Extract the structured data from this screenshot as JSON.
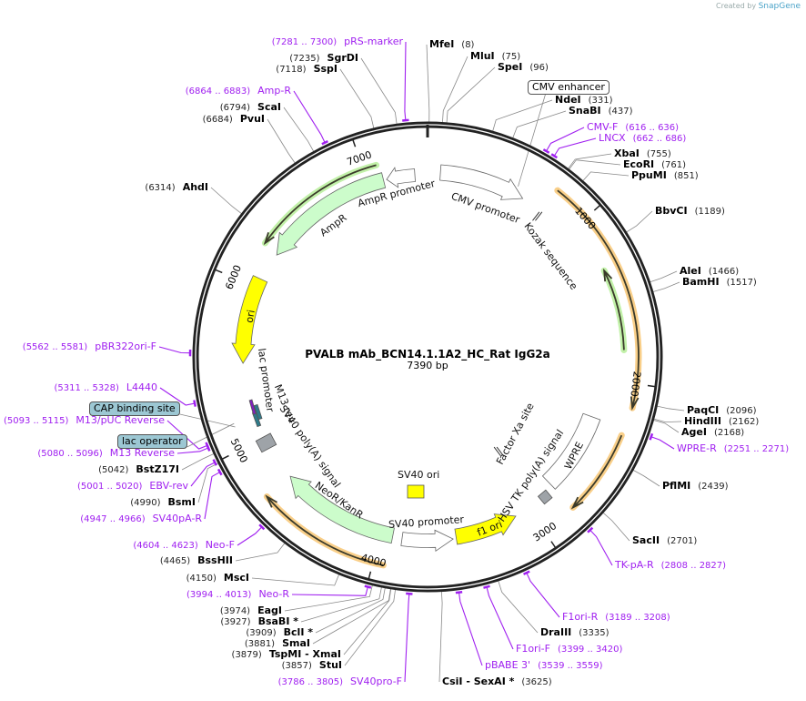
{
  "credit": {
    "prefix": "Created by",
    "brand": "SnapGene"
  },
  "plasmid": {
    "name": "PVALB mAb_BCN14.1.1A2_HC_Rat IgG2a",
    "length_label": "7390 bp",
    "length": 7390
  },
  "ticks": [
    "1000",
    "2000",
    "3000",
    "4000",
    "5000",
    "6000",
    "7000"
  ],
  "colors": {
    "primer": "#a020f0",
    "cds_orange": "#f5b041",
    "green": "#ccfccb",
    "yellow": "#ffff00",
    "backbone": "#222222"
  },
  "enzymes": [
    {
      "name": "MfeI",
      "pos": "(8)",
      "bp": 8
    },
    {
      "name": "MluI",
      "pos": "(75)",
      "bp": 75
    },
    {
      "name": "SpeI",
      "pos": "(96)",
      "bp": 96
    },
    {
      "name": "NdeI",
      "pos": "(331)",
      "bp": 331
    },
    {
      "name": "SnaBI",
      "pos": "(437)",
      "bp": 437
    },
    {
      "name": "XbaI",
      "pos": "(755)",
      "bp": 755
    },
    {
      "name": "EcoRI",
      "pos": "(761)",
      "bp": 761
    },
    {
      "name": "PpuMI",
      "pos": "(851)",
      "bp": 851
    },
    {
      "name": "BbvCI",
      "pos": "(1189)",
      "bp": 1189
    },
    {
      "name": "AleI",
      "pos": "(1466)",
      "bp": 1466
    },
    {
      "name": "BamHI",
      "pos": "(1517)",
      "bp": 1517
    },
    {
      "name": "PaqCI",
      "pos": "(2096)",
      "bp": 2096
    },
    {
      "name": "HindIII",
      "pos": "(2162)",
      "bp": 2162
    },
    {
      "name": "AgeI",
      "pos": "(2168)",
      "bp": 2168
    },
    {
      "name": "PflMI",
      "pos": "(2439)",
      "bp": 2439
    },
    {
      "name": "SacII",
      "pos": "(2701)",
      "bp": 2701
    },
    {
      "name": "DraIII",
      "pos": "(3335)",
      "bp": 3335
    },
    {
      "name": "CsiI  - SexAI *",
      "pos": "(3625)",
      "bp": 3625
    },
    {
      "name": "StuI",
      "pos": "(3857)",
      "bp": 3857
    },
    {
      "name": "TspMI  - XmaI",
      "pos": "(3879)",
      "bp": 3879
    },
    {
      "name": "SmaI",
      "pos": "(3881)",
      "bp": 3881
    },
    {
      "name": "BclI *",
      "pos": "(3909)",
      "bp": 3909
    },
    {
      "name": "BsaBI *",
      "pos": "(3927)",
      "bp": 3927
    },
    {
      "name": "EagI",
      "pos": "(3974)",
      "bp": 3974
    },
    {
      "name": "MscI",
      "pos": "(4150)",
      "bp": 4150
    },
    {
      "name": "BssHII",
      "pos": "(4465)",
      "bp": 4465
    },
    {
      "name": "BsmI",
      "pos": "(4990)",
      "bp": 4990
    },
    {
      "name": "BstZ17I",
      "pos": "(5042)",
      "bp": 5042
    },
    {
      "name": "AhdI",
      "pos": "(6314)",
      "bp": 6314
    },
    {
      "name": "PvuI",
      "pos": "(6684)",
      "bp": 6684
    },
    {
      "name": "ScaI",
      "pos": "(6794)",
      "bp": 6794
    },
    {
      "name": "SspI",
      "pos": "(7118)",
      "bp": 7118
    },
    {
      "name": "SgrDI",
      "pos": "(7235)",
      "bp": 7235
    }
  ],
  "primers": [
    {
      "name": "CMV-F",
      "range": "(616 .. 636)",
      "bp": 616
    },
    {
      "name": "LNCX",
      "range": "(662 .. 686)",
      "bp": 662
    },
    {
      "name": "WPRE-R",
      "range": "(2251 .. 2271)",
      "bp": 2251
    },
    {
      "name": "TK-pA-R",
      "range": "(2808 .. 2827)",
      "bp": 2808
    },
    {
      "name": "F1ori-R",
      "range": "(3189 .. 3208)",
      "bp": 3189
    },
    {
      "name": "F1ori-F",
      "range": "(3399 .. 3420)",
      "bp": 3399
    },
    {
      "name": "pBABE 3'",
      "range": "(3539 .. 3559)",
      "bp": 3539
    },
    {
      "name": "SV40pro-F",
      "range": "(3786 .. 3805)",
      "bp": 3786
    },
    {
      "name": "Neo-R",
      "range": "(3994 .. 4013)",
      "bp": 3994
    },
    {
      "name": "Neo-F",
      "range": "(4604 .. 4623)",
      "bp": 4604
    },
    {
      "name": "SV40pA-R",
      "range": "(4947 .. 4966)",
      "bp": 4947
    },
    {
      "name": "EBV-rev",
      "range": "(5001 .. 5020)",
      "bp": 5001
    },
    {
      "name": "M13 Reverse",
      "range": "(5080 .. 5096)",
      "bp": 5080
    },
    {
      "name": "M13/pUC Reverse",
      "range": "(5093 .. 5115)",
      "bp": 5093
    },
    {
      "name": "L4440",
      "range": "(5311 .. 5328)",
      "bp": 5311
    },
    {
      "name": "pBR322ori-F",
      "range": "(5562 .. 5581)",
      "bp": 5562
    },
    {
      "name": "Amp-R",
      "range": "(6864 .. 6883)",
      "bp": 6864
    },
    {
      "name": "pRS-marker",
      "range": "(7281 .. 7300)",
      "bp": 7281
    }
  ],
  "boxed_features": [
    {
      "name": "CMV enhancer",
      "style": "white"
    },
    {
      "name": "CAP binding site",
      "style": "teal"
    },
    {
      "name": "lac operator",
      "style": "teal"
    }
  ],
  "features": [
    "CMV promoter",
    "Kozak sequence",
    "AmpR promoter",
    "AmpR",
    "ori",
    "lac promoter",
    "M13 rev",
    "SV40 poly(A) signal",
    "NeoR/KanR",
    "SV40 ori",
    "SV40 promoter",
    "f1 ori",
    "HSV TK poly(A) signal",
    "WPRE",
    "Factor Xa site"
  ]
}
